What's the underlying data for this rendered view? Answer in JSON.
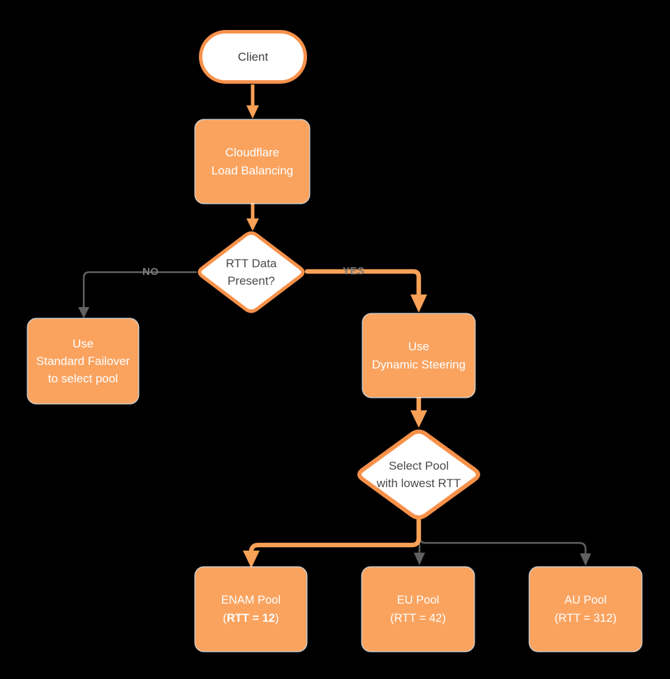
{
  "colors": {
    "background": "#000000",
    "orange_fill": "#FAA35F",
    "orange_stroke": "#F7914A",
    "gray_line": "#616161",
    "edge_label_gray": "#7A7A7A",
    "decision_text": "#4A4A4A",
    "node_text_white": "#FFFFFF"
  },
  "nodes": {
    "client": {
      "label": "Client"
    },
    "load_balancer": {
      "lines": [
        "Cloudflare",
        "Load Balancing"
      ]
    },
    "rtt_decision": {
      "lines": [
        "RTT Data",
        "Present?"
      ]
    },
    "standard_failover": {
      "lines": [
        "Use",
        "Standard Failover",
        "to select pool"
      ]
    },
    "dynamic_steering": {
      "lines": [
        "Use",
        "Dynamic Steering"
      ]
    },
    "pool_decision": {
      "lines": [
        "Select Pool",
        "with lowest RTT"
      ]
    },
    "pools": [
      {
        "name": "ENAM Pool",
        "rtt_open": "(",
        "rtt_value": "RTT = 12",
        "rtt_close": ")"
      },
      {
        "name": "EU Pool",
        "rtt_open": "(",
        "rtt_value": "RTT = 42",
        "rtt_close": ")"
      },
      {
        "name": "AU Pool",
        "rtt_open": "(",
        "rtt_value": "RTT = 312",
        "rtt_close": ")"
      }
    ]
  },
  "edges": {
    "no_label": "NO",
    "yes_label": "YES"
  }
}
